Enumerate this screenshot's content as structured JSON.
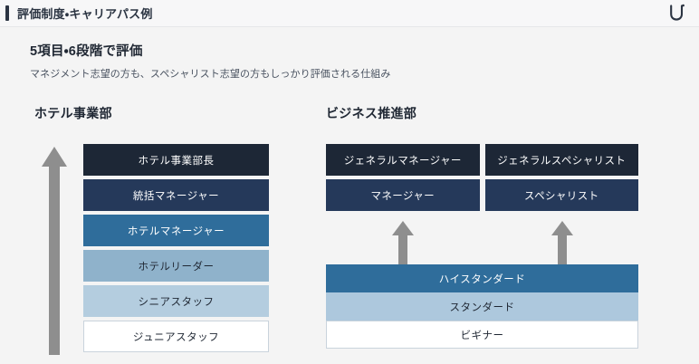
{
  "header": {
    "title": "評価制度・キャリアパス例",
    "logo_icon": "u-logo-icon"
  },
  "intro": {
    "title": "5項目・6段階で評価",
    "subtitle": "マネジメント志望の方も、スペシャリスト志望の方もしっかり評価される仕組み"
  },
  "colors": {
    "background": "#f4f4f4",
    "header_bg": "#f7f7f8",
    "accent_dark": "#2b3442",
    "arrow_gray": "#8e8e8e",
    "level_1": "#1d2736",
    "level_2": "#25395a",
    "level_3": "#2f6d9b",
    "level_4": "#8fb2cb",
    "level_5": "#b4cddf",
    "level_6": "#ffffff",
    "band_high": "#2f6d9b",
    "band_standard": "#adc8dd",
    "band_beginner": "#ffffff",
    "box_border": "#c9d3dc",
    "text_light": "#ffffff",
    "text_dark": "#2b3442"
  },
  "left_column": {
    "heading": "ホテル事業部",
    "arrow_icon": "up-arrow-icon",
    "levels": [
      {
        "label": "ホテル事業部長",
        "bg": "#1d2736",
        "fg": "#ffffff",
        "border": "none"
      },
      {
        "label": "統括マネージャー",
        "bg": "#25395a",
        "fg": "#ffffff",
        "border": "none"
      },
      {
        "label": "ホテルマネージャー",
        "bg": "#2f6d9b",
        "fg": "#ffffff",
        "border": "none"
      },
      {
        "label": "ホテルリーダー",
        "bg": "#8fb2cb",
        "fg": "#1f2733",
        "border": "none"
      },
      {
        "label": "シニアスタッフ",
        "bg": "#b4cddf",
        "fg": "#1f2733",
        "border": "none"
      },
      {
        "label": "ジュニアスタッフ",
        "bg": "#ffffff",
        "fg": "#1f2733",
        "border": "#c9d3dc"
      }
    ]
  },
  "right_column": {
    "heading": "ビジネス推進部",
    "tracks": [
      {
        "label": "ジェネラルマネージャー",
        "bg": "#1d2736",
        "fg": "#ffffff"
      },
      {
        "label": "ジェネラルスペシャリスト",
        "bg": "#1d2736",
        "fg": "#ffffff"
      },
      {
        "label": "マネージャー",
        "bg": "#25395a",
        "fg": "#ffffff"
      },
      {
        "label": "スペシャリスト",
        "bg": "#25395a",
        "fg": "#ffffff"
      }
    ],
    "arrow_icons": [
      "up-arrow-icon",
      "up-arrow-icon"
    ],
    "bands": [
      {
        "label": "ハイスタンダード",
        "bg": "#2f6d9b",
        "fg": "#ffffff",
        "border": "none"
      },
      {
        "label": "スタンダード",
        "bg": "#adc8dd",
        "fg": "#1f2733",
        "border": "none"
      },
      {
        "label": "ビギナー",
        "bg": "#ffffff",
        "fg": "#1f2733",
        "border": "#c9d3dc"
      }
    ]
  }
}
